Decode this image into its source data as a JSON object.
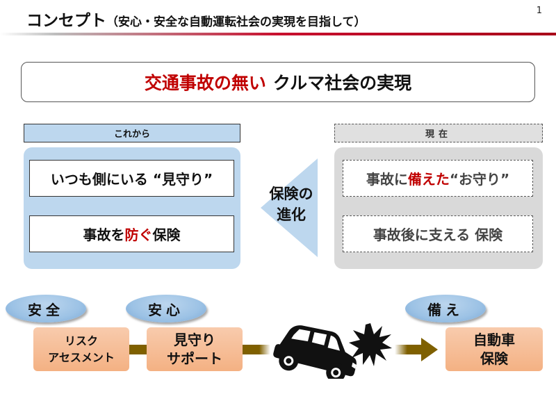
{
  "header": {
    "title": "コンセプト",
    "subtitle": "（安心・安全な自動運転社会の実現を目指して）",
    "page_number": "1"
  },
  "headline": {
    "part_red": "交通事故の無い",
    "part_black": "クルマ社会の実現",
    "accent_color": "#c00000"
  },
  "future": {
    "label": "これから",
    "items": [
      {
        "text": "いつも側にいる “見守り”"
      },
      {
        "pre": "事故を",
        "highlight": "防ぐ",
        "post": " 保険"
      }
    ],
    "color": "#bdd7ee"
  },
  "evolution": {
    "line1": "保険の",
    "line2": "進化",
    "arrow_color": "#bdd7ee"
  },
  "current": {
    "label": "現在",
    "items": [
      {
        "pre": "事故に",
        "highlight": "備えた",
        "post": " “お守り”"
      },
      {
        "text": "事故後に支える 保険"
      }
    ],
    "color": "#d9d9d9"
  },
  "flow": {
    "ovals": [
      "安全",
      "安心",
      "備え"
    ],
    "stages": [
      {
        "line1": "リスク",
        "line2": "アセスメント"
      },
      {
        "line1": "見守り",
        "line2": "サポート"
      },
      {
        "line1": "自動車",
        "line2": "保険"
      }
    ],
    "icons": [
      "car-crash-icon",
      "impact-burst-icon",
      "arrow-right-icon"
    ],
    "connector_color": "#7f6000",
    "stage_color": "#f4b183"
  }
}
